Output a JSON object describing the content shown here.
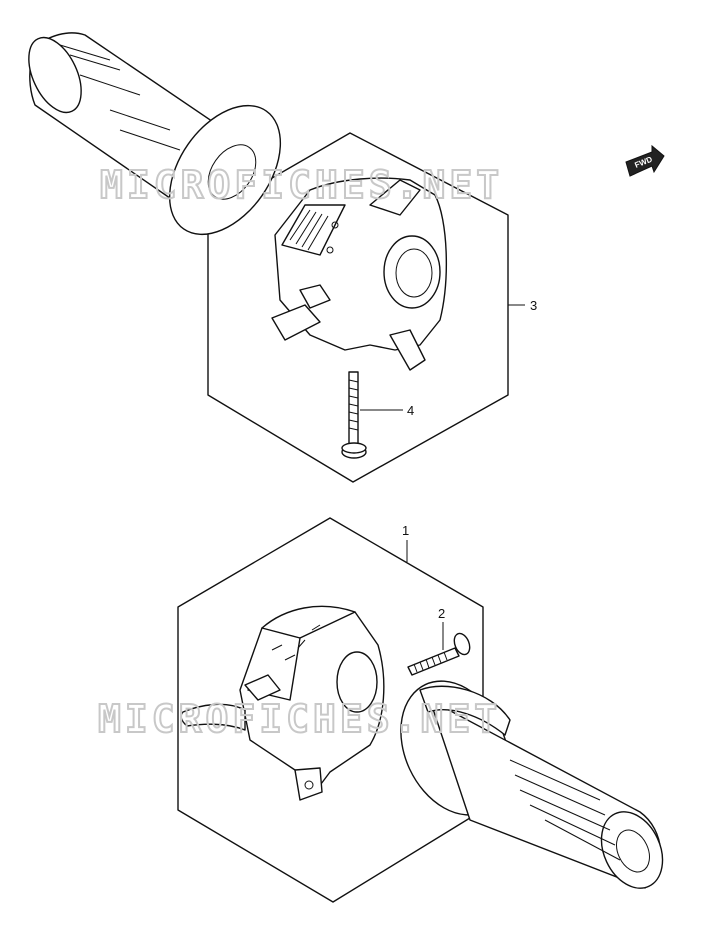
{
  "watermark": {
    "text": "MICROFICHES.NET"
  },
  "direction_badge": {
    "text": "FWD"
  },
  "callouts": {
    "c1": "1",
    "c2": "2",
    "c3": "3",
    "c4": "4"
  }
}
